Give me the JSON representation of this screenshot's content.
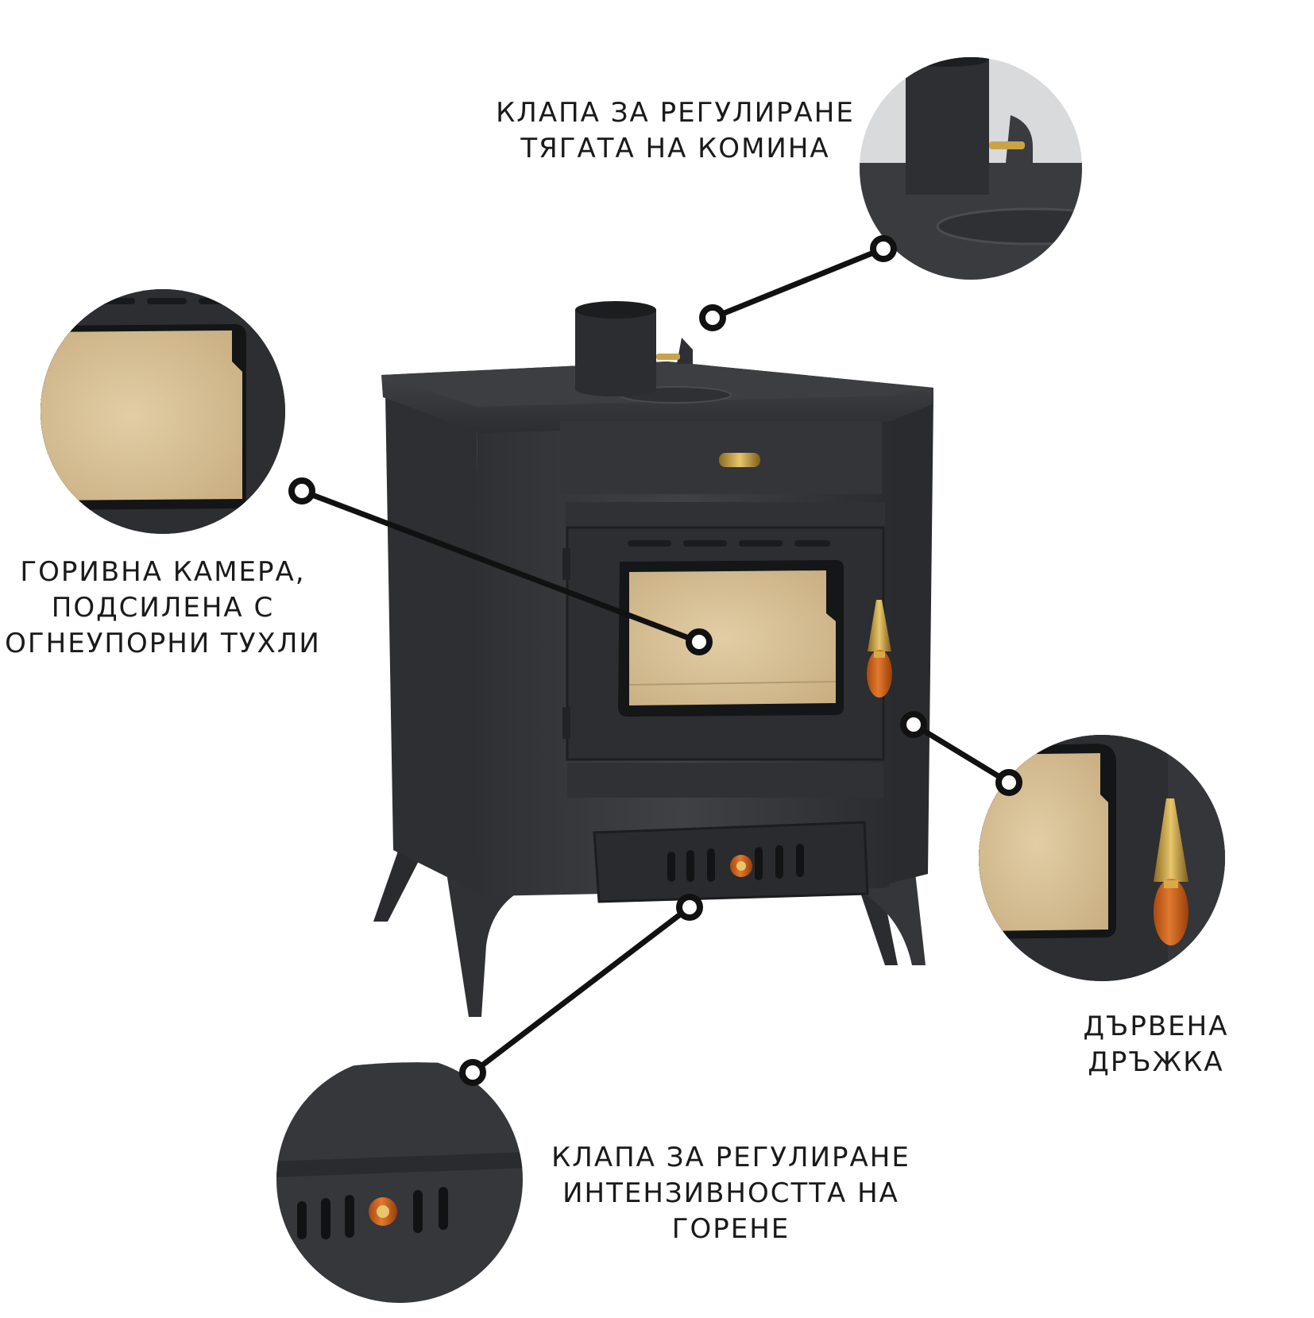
{
  "callouts": {
    "chimney_damper": {
      "line1": "КЛАПА ЗА РЕГУЛИРАНЕ",
      "line2": "ТЯГАТА НА КОМИНА"
    },
    "combustion_chamber": {
      "line1": "ГОРИВНА КАМЕРА,",
      "line2": "ПОДСИЛЕНА С",
      "line3": "ОГНЕУПОРНИ ТУХЛИ"
    },
    "wooden_handle": {
      "line1": "ДЪРВЕНА",
      "line2": "ДРЪЖКА"
    },
    "burn_intensity_damper": {
      "line1": "КЛАПА ЗА РЕГУЛИРАНЕ",
      "line2": "ИНТЕНЗИВНОСТТА НА",
      "line3": "ГОРЕНЕ"
    }
  },
  "colors": {
    "stove_body": "#3a3b3e",
    "stove_dark": "#26272a",
    "firebrick": "#d6c098",
    "handle_wood": "#c8621e",
    "brass": "#c9a34a",
    "leader_line": "#111111",
    "text": "#1a1a1a"
  }
}
